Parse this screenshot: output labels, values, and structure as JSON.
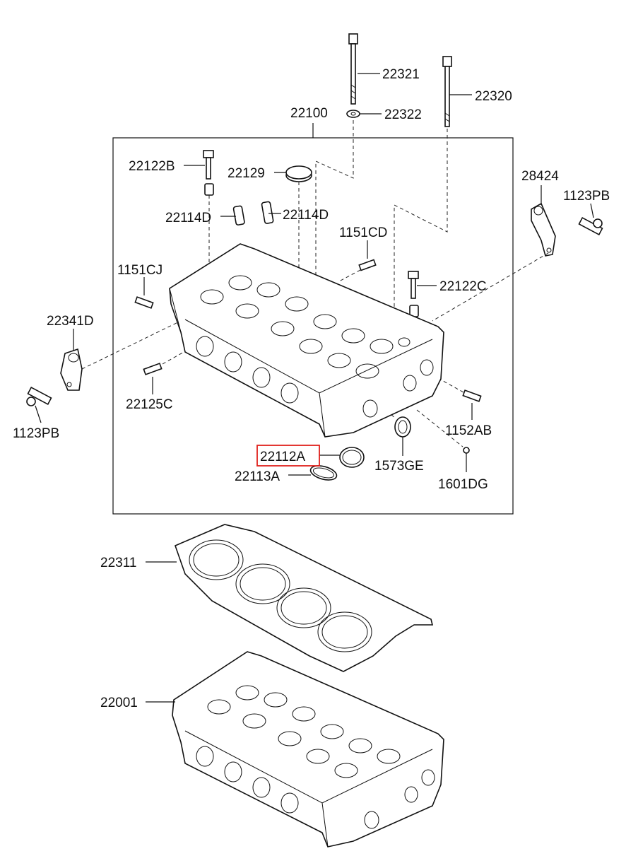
{
  "highlight_color": "#e0201b",
  "labels": {
    "p22321": "22321",
    "p22320": "22320",
    "p22322": "22322",
    "p22100": "22100",
    "p22122B": "22122B",
    "p22129": "22129",
    "p22114D_left": "22114D",
    "p22114D_right": "22114D",
    "p1151CD": "1151CD",
    "p1151CJ": "1151CJ",
    "p28424": "28424",
    "p1123PB_right": "1123PB",
    "p22122C": "22122C",
    "p22341D": "22341D",
    "p22125C": "22125C",
    "p1123PB_left": "1123PB",
    "p1152AB": "1152AB",
    "p22112A": "22112A",
    "p1573GE": "1573GE",
    "p22113A": "22113A",
    "p1601DG": "1601DG",
    "p22311": "22311",
    "p22001": "22001"
  }
}
